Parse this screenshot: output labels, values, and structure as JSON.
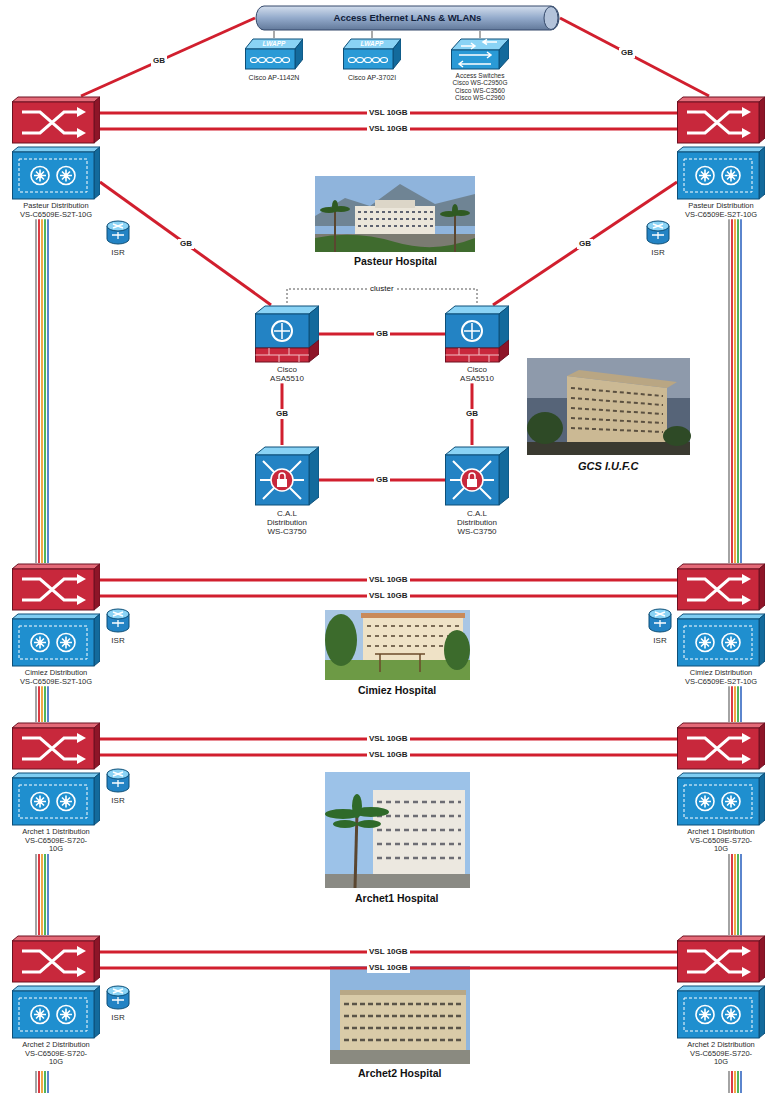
{
  "diagram": {
    "nodes": [
      {
        "text": [
          "Access Ethernet LANs & WLANs"
        ]
      },
      {
        "text": [
          "LWAPP",
          "Cisco AP-1142N"
        ]
      },
      {
        "text": [
          "LWAPP",
          "Cisco AP-3702I"
        ]
      },
      {
        "text": [
          "Access Switches Cisco WS-C2950G Cisco WS-C3560 Cisco WS-C2960"
        ]
      },
      {
        "text": [
          "Pasteur Distribution VS-C6509E-S2T-10G"
        ]
      },
      {
        "text": [
          "ISR"
        ]
      },
      {
        "text": [
          "Pasteur Distribution VS-C6509E-S2T-10G"
        ]
      },
      {
        "text": [
          "ISR"
        ]
      },
      {
        "text": [
          "Cisco ASA5510"
        ]
      },
      {
        "text": [
          "Cisco ASA5510"
        ]
      },
      {
        "text": [
          "C.A.L Distribution WS-C3750"
        ]
      },
      {
        "text": [
          "C.A.L Distribution WS-C3750"
        ]
      },
      {
        "text": [
          "Cimiez Distribution VS-C6509E-S2T-10G"
        ]
      },
      {
        "text": [
          "ISR"
        ]
      },
      {
        "text": [
          "Cimiez Distribution VS-C6509E-S2T-10G"
        ]
      },
      {
        "text": [
          "ISR"
        ]
      },
      {
        "text": [
          "Archet 1 Distribution VS-C6509E-S720-10G"
        ]
      },
      {
        "text": [
          "ISR"
        ]
      },
      {
        "text": [
          "Archet 1 Distribution VS-C6509E-S720-10G"
        ]
      },
      {
        "text": [
          "Archet 2 Distribution VS-C6509E-S720-10G"
        ]
      },
      {
        "text": [
          "ISR"
        ]
      },
      {
        "text": [
          "Archet 2 Distribution VS-C6509E-S720-10G"
        ]
      }
    ],
    "edges": [
      {
        "from": 0,
        "to": 4,
        "label": "GB",
        "arrow": "none"
      },
      {
        "from": 0,
        "to": 6,
        "label": "GB",
        "arrow": "none"
      },
      {
        "from": 0,
        "to": 1,
        "arrow": "none"
      },
      {
        "from": 0,
        "to": 2,
        "arrow": "none"
      },
      {
        "from": 0,
        "to": 3,
        "arrow": "none"
      },
      {
        "from": 4,
        "to": 6,
        "label": "VSL 10GB",
        "arrow": "none"
      },
      {
        "from": 4,
        "to": 6,
        "label": "VSL 10GB",
        "arrow": "none"
      },
      {
        "from": 4,
        "to": 8,
        "label": "GB",
        "arrow": "none"
      },
      {
        "from": 6,
        "to": 9,
        "label": "GB",
        "arrow": "none"
      },
      {
        "from": 8,
        "to": 9,
        "label": "GB",
        "arrow": "none"
      },
      {
        "from": 8,
        "to": 10,
        "label": "GB",
        "arrow": "none"
      },
      {
        "from": 9,
        "to": 11,
        "label": "GB",
        "arrow": "none"
      },
      {
        "from": 10,
        "to": 11,
        "label": "GB",
        "arrow": "none"
      },
      {
        "from": 12,
        "to": 14,
        "label": "VSL 10GB",
        "arrow": "none"
      },
      {
        "from": 12,
        "to": 14,
        "label": "VSL 10GB",
        "arrow": "none"
      },
      {
        "from": 16,
        "to": 18,
        "label": "VSL 10GB",
        "arrow": "none"
      },
      {
        "from": 16,
        "to": 18,
        "label": "VSL 10GB",
        "arrow": "none"
      },
      {
        "from": 19,
        "to": 21,
        "label": "VSL 10GB",
        "arrow": "none"
      },
      {
        "from": 19,
        "to": 21,
        "label": "VSL 10GB",
        "arrow": "none"
      },
      {
        "from": 4,
        "to": 12,
        "arrow": "none"
      },
      {
        "from": 12,
        "to": 16,
        "arrow": "none"
      },
      {
        "from": 16,
        "to": 19,
        "arrow": "none"
      },
      {
        "from": 6,
        "to": 14,
        "arrow": "none"
      },
      {
        "from": 14,
        "to": 18,
        "arrow": "none"
      },
      {
        "from": 18,
        "to": 21,
        "arrow": "none"
      }
    ],
    "labels": [
      "Pasteur Hospital",
      "cluster",
      "GCS I.U.F.C",
      "Cimiez Hospital",
      "Archet1 Hospital",
      "Archet2 Hospital"
    ]
  }
}
